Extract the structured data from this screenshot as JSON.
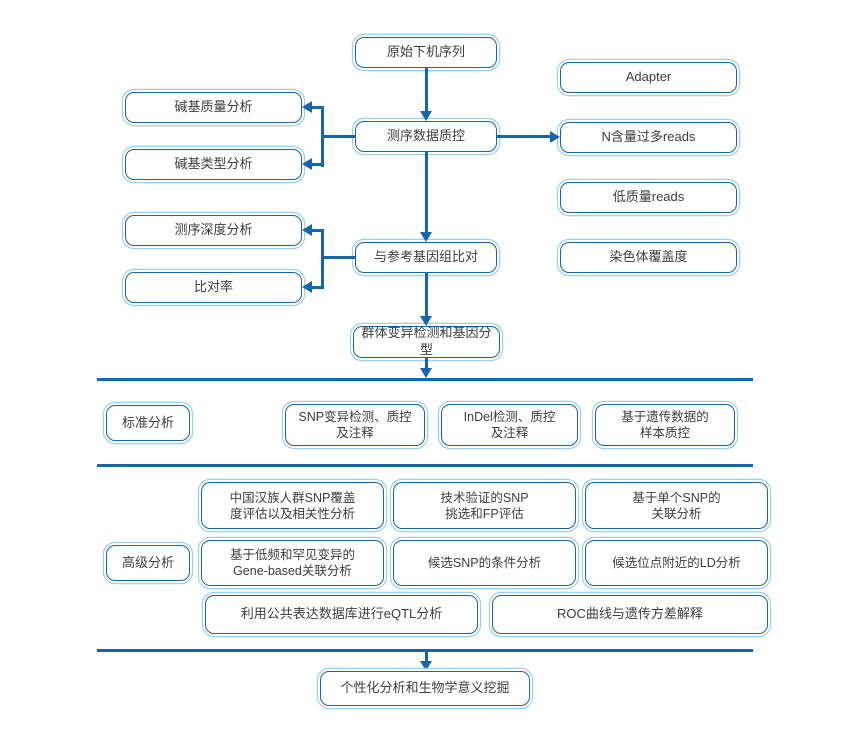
{
  "nodes": {
    "raw_sequence": "原始下机序列",
    "seq_qc": "测序数据质控",
    "align_ref": "与参考基因组比对",
    "variant_genotyping": "群体变异检测和基因分型",
    "final_analysis": "个性化分析和生物学意义挖掘"
  },
  "qc_left": {
    "base_quality": "碱基质量分析",
    "base_type": "碱基类型分析"
  },
  "align_left": {
    "depth": "测序深度分析",
    "mapping_rate": "比对率"
  },
  "right_column": {
    "adapter": "Adapter",
    "n_reads": "N含量过多reads",
    "low_quality": "低质量reads",
    "chr_coverage": "染色体覆盖度"
  },
  "standard_section": {
    "label": "标准分析",
    "items": [
      "SNP变异检测、质控\n及注释",
      "InDel检测、质控\n及注释",
      "基于遗传数据的\n样本质控"
    ]
  },
  "advanced_section": {
    "label": "高级分析",
    "row1": [
      "中国汉族人群SNP覆盖\n度评估以及相关性分析",
      "技术验证的SNP\n挑选和FP评估",
      "基于单个SNP的\n关联分析"
    ],
    "row2": [
      "基于低频和罕见变异的\nGene-based关联分析",
      "候选SNP的条件分析",
      "候选位点附近的LD分析"
    ],
    "row3": [
      "利用公共表达数据库进行eQTL分析",
      "ROC曲线与遗传方差解释"
    ]
  },
  "colors": {
    "border_dark": "#1467ae",
    "border_light": "#9fcfee",
    "line": "#1565b0",
    "text": "#3d3d3d"
  }
}
